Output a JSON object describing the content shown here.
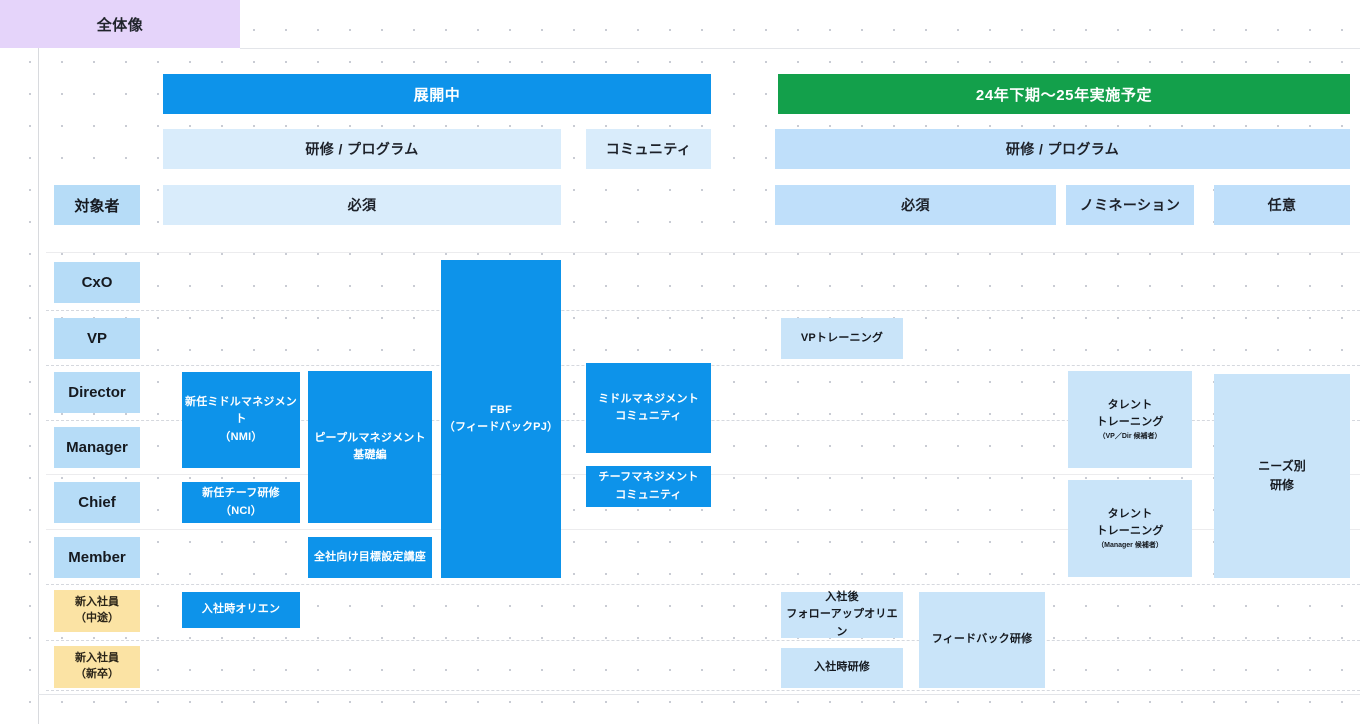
{
  "page": {
    "title_chip": "全体像",
    "colors": {
      "title_chip_bg": "#e5d4fa",
      "status_current_bg": "#0d93ea",
      "status_planned_bg": "#13a04b",
      "role_label_bg": "#b6dcf7",
      "new_employee_bg": "#fbe3a4",
      "program_solid_bg": "#0d93ea",
      "program_pale_bg": "#c9e4f9",
      "canvas_bg": "#ffffff",
      "dot_grid": "#c9ccd4"
    }
  },
  "columns": {
    "left_group": {
      "status_label": "展開中",
      "category_training": "研修 / プログラム",
      "category_community": "コミュニティ",
      "audience_required": "必須"
    },
    "right_group": {
      "status_label": "24年下期〜25年実施予定",
      "category_training": "研修 / プログラム",
      "audience_required": "必須",
      "audience_nomination": "ノミネーション",
      "audience_optional": "任意"
    }
  },
  "axis": {
    "header_label": "対象者",
    "roles": [
      {
        "label": "CxO"
      },
      {
        "label": "VP"
      },
      {
        "label": "Director"
      },
      {
        "label": "Manager"
      },
      {
        "label": "Chief"
      },
      {
        "label": "Member"
      }
    ],
    "new_employees": [
      {
        "line1": "新入社員",
        "line2": "（中途）"
      },
      {
        "line1": "新入社員",
        "line2": "（新卒）"
      }
    ]
  },
  "programs": {
    "current": [
      {
        "id": "nmi",
        "line1": "新任ミドルマネジメント",
        "line2": "（NMI）"
      },
      {
        "id": "people-management",
        "line1": "ピープルマネジメント",
        "line2": "基礎編"
      },
      {
        "id": "nci",
        "line1": "新任チーフ研修",
        "line2": "（NCI）"
      },
      {
        "id": "goal-setting",
        "line1": "全社向け目標設定講座",
        "line2": ""
      },
      {
        "id": "fbf",
        "line1": "FBF",
        "line2": "（フィードバックPJ）"
      },
      {
        "id": "orientation",
        "line1": "入社時オリエン",
        "line2": ""
      }
    ],
    "communities": [
      {
        "id": "middle-management-community",
        "line1": "ミドルマネジメント",
        "line2": "コミュニティ"
      },
      {
        "id": "chief-management-community",
        "line1": "チーフマネジメント",
        "line2": "コミュニティ"
      }
    ],
    "planned": [
      {
        "id": "vp-training",
        "line1": "VPトレーニング",
        "line2": "",
        "sub": ""
      },
      {
        "id": "talent-training-vp",
        "line1": "タレント",
        "line2": "トレーニング",
        "sub": "（VP／Dir 候補者）"
      },
      {
        "id": "talent-training-manager",
        "line1": "タレント",
        "line2": "トレーニング",
        "sub": "（Manager 候補者）"
      },
      {
        "id": "needs-based-training",
        "line1": "ニーズ別",
        "line2": "研修",
        "sub": ""
      },
      {
        "id": "follow-up-orientation",
        "line1": "入社後",
        "line2": "フォローアップオリエン",
        "sub": ""
      },
      {
        "id": "onboarding-training",
        "line1": "入社時研修",
        "line2": "",
        "sub": ""
      },
      {
        "id": "feedback-training",
        "line1": "フィードバック研修",
        "line2": "",
        "sub": ""
      }
    ]
  }
}
